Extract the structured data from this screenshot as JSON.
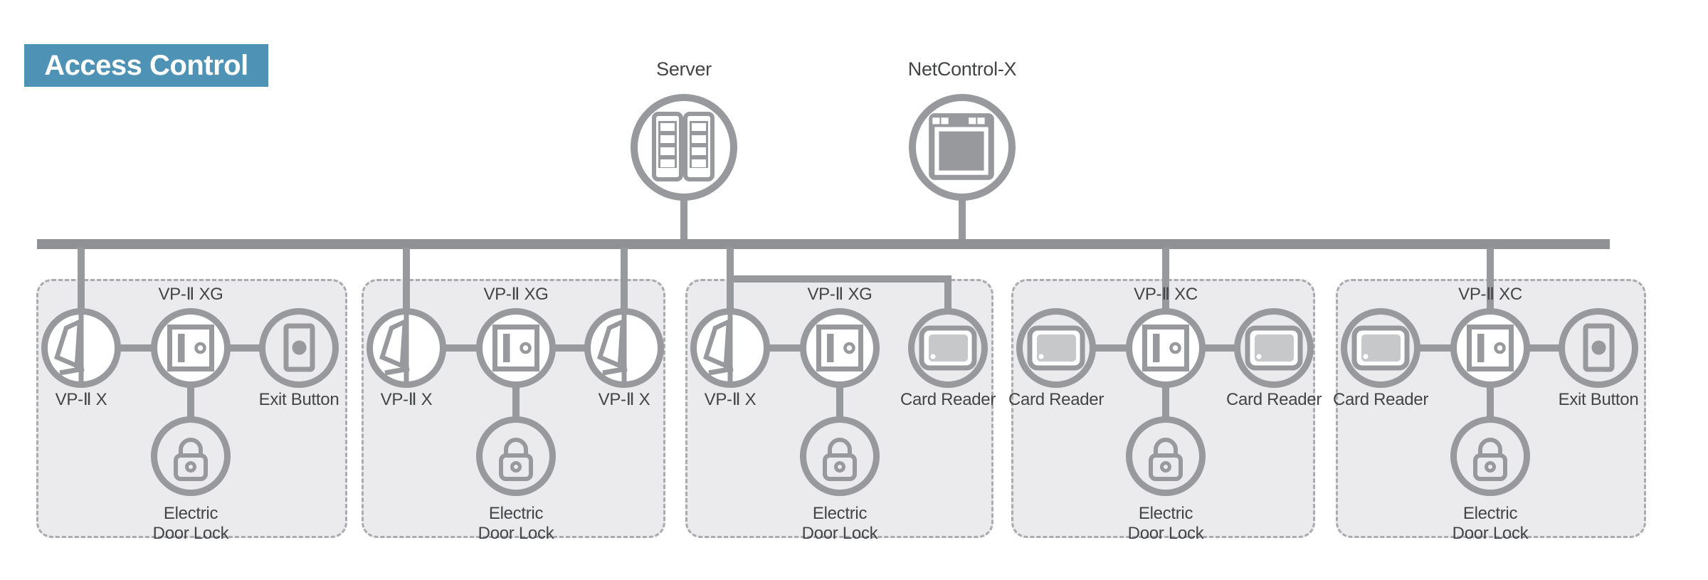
{
  "badge": {
    "label": "Access Control"
  },
  "colors": {
    "accent": "#4e93b6",
    "line": "#97999c",
    "bus": "#8f9194",
    "box_fill": "#ebebed",
    "box_border": "#a9abae",
    "text": "#424446",
    "card_fill": "#c6c8ca"
  },
  "top_nodes": {
    "server": {
      "label": "Server",
      "icon": "server-rack"
    },
    "netcontrol": {
      "label": "NetControl-X",
      "icon": "control-panel"
    }
  },
  "groups": [
    {
      "controller": {
        "label": "VP-Ⅱ XG",
        "icon": "door-controller",
        "bus_drop": false
      },
      "left": {
        "label": "VP-Ⅱ X",
        "icon": "hand-scanner",
        "bus_drop": true,
        "connected": true
      },
      "right": {
        "label": "Exit Button",
        "icon": "exit-button",
        "bus_drop": false,
        "connected": true
      },
      "bottom": {
        "label_lines": [
          "Electric",
          "Door Lock"
        ],
        "icon": "padlock"
      }
    },
    {
      "controller": {
        "label": "VP-Ⅱ XG",
        "icon": "door-controller",
        "bus_drop": false
      },
      "left": {
        "label": "VP-Ⅱ X",
        "icon": "hand-scanner",
        "bus_drop": true,
        "connected": true
      },
      "right": {
        "label": "VP-Ⅱ X",
        "icon": "hand-scanner",
        "bus_drop": true,
        "connected": true
      },
      "bottom": {
        "label_lines": [
          "Electric",
          "Door Lock"
        ],
        "icon": "padlock"
      }
    },
    {
      "controller": {
        "label": "VP-Ⅱ XG",
        "icon": "door-controller",
        "bus_drop": false
      },
      "left": {
        "label": "VP-Ⅱ X",
        "icon": "hand-scanner",
        "bus_drop": true,
        "connected": true
      },
      "right": {
        "label": "Card Reader",
        "icon": "card-reader",
        "bus_drop": false,
        "connected": false,
        "elbow_from_left_drop": true
      },
      "bottom": {
        "label_lines": [
          "Electric",
          "Door Lock"
        ],
        "icon": "padlock"
      }
    },
    {
      "controller": {
        "label": "VP-Ⅱ XC",
        "icon": "door-controller",
        "bus_drop": true
      },
      "left": {
        "label": "Card Reader",
        "icon": "card-reader",
        "bus_drop": false,
        "connected": true
      },
      "right": {
        "label": "Card Reader",
        "icon": "card-reader",
        "bus_drop": false,
        "connected": true
      },
      "bottom": {
        "label_lines": [
          "Electric",
          "Door Lock"
        ],
        "icon": "padlock"
      }
    },
    {
      "controller": {
        "label": "VP-Ⅱ XC",
        "icon": "door-controller",
        "bus_drop": true
      },
      "left": {
        "label": "Card Reader",
        "icon": "card-reader",
        "bus_drop": false,
        "connected": true
      },
      "right": {
        "label": "Exit Button",
        "icon": "exit-button",
        "bus_drop": false,
        "connected": true
      },
      "bottom": {
        "label_lines": [
          "Electric",
          "Door Lock"
        ],
        "icon": "padlock"
      }
    }
  ]
}
